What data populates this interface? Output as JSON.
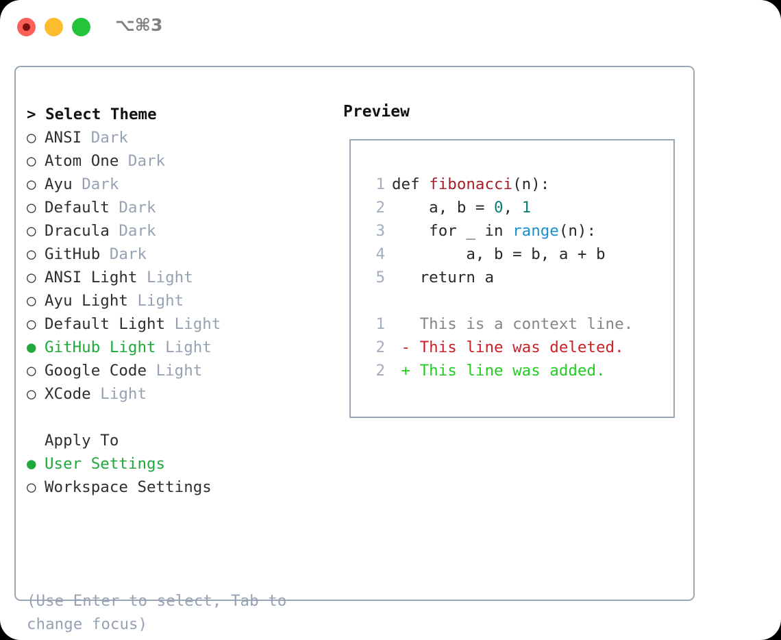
{
  "titlebar": {
    "shortcut": "⌥⌘3",
    "buttons": {
      "close": "close-window",
      "minimize": "minimize-window",
      "maximize": "maximize-window"
    },
    "colors": {
      "close": "#fb5f58",
      "close_record_dot": "#7a0f10",
      "minimize": "#fcbc2e",
      "maximize": "#24c43a"
    }
  },
  "colors": {
    "accent_green": "#1fa83c",
    "panel_border": "#9aa6b4",
    "muted_text": "#96a2b3",
    "body_text": "#2e2e2e",
    "diff_added": "#22cc22",
    "diff_deleted": "#cc2027",
    "code_function": "#a61f28",
    "code_number": "#0d7c76",
    "code_call": "#1a8fd1",
    "code_context": "#868686",
    "line_number": "#a3adbb"
  },
  "theme_list": {
    "header": "> Select Theme",
    "bullet_unselected": "○",
    "bullet_selected": "●",
    "items": [
      {
        "name": "ANSI",
        "tag": "Dark",
        "selected": false
      },
      {
        "name": "Atom One",
        "tag": "Dark",
        "selected": false
      },
      {
        "name": "Ayu",
        "tag": "Dark",
        "selected": false
      },
      {
        "name": "Default",
        "tag": "Dark",
        "selected": false
      },
      {
        "name": "Dracula",
        "tag": "Dark",
        "selected": false
      },
      {
        "name": "GitHub",
        "tag": "Dark",
        "selected": false
      },
      {
        "name": "ANSI Light",
        "tag": "Light",
        "selected": false
      },
      {
        "name": "Ayu Light",
        "tag": "Light",
        "selected": false
      },
      {
        "name": "Default Light",
        "tag": "Light",
        "selected": false
      },
      {
        "name": "GitHub Light",
        "tag": "Light",
        "selected": true
      },
      {
        "name": "Google Code",
        "tag": "Light",
        "selected": false
      },
      {
        "name": "XCode",
        "tag": "Light",
        "selected": false
      }
    ]
  },
  "apply_to": {
    "header": "Apply To",
    "options": [
      {
        "label": "User Settings",
        "selected": true
      },
      {
        "label": "Workspace Settings",
        "selected": false
      }
    ]
  },
  "hint": "(Use Enter to select, Tab to change focus)",
  "preview": {
    "title": "Preview",
    "code_lines": [
      {
        "num": "1",
        "segments": [
          {
            "text": "def ",
            "kind": "plain"
          },
          {
            "text": "fibonacci",
            "kind": "func"
          },
          {
            "text": "(n):",
            "kind": "plain"
          }
        ]
      },
      {
        "num": "2",
        "segments": [
          {
            "text": "    a, b = ",
            "kind": "plain"
          },
          {
            "text": "0",
            "kind": "num"
          },
          {
            "text": ", ",
            "kind": "plain"
          },
          {
            "text": "1",
            "kind": "num"
          }
        ]
      },
      {
        "num": "3",
        "segments": [
          {
            "text": "    for _ in ",
            "kind": "plain"
          },
          {
            "text": "range",
            "kind": "call"
          },
          {
            "text": "(n):",
            "kind": "plain"
          }
        ]
      },
      {
        "num": "4",
        "segments": [
          {
            "text": "        a, b = b, a + b",
            "kind": "plain"
          }
        ]
      },
      {
        "num": "5",
        "segments": [
          {
            "text": "   return a",
            "kind": "plain"
          }
        ]
      },
      {
        "num": "",
        "segments": [
          {
            "text": "",
            "kind": "plain"
          }
        ]
      },
      {
        "num": "1",
        "segments": [
          {
            "text": "   This is a context line.",
            "kind": "ctx"
          }
        ]
      },
      {
        "num": "2",
        "segments": [
          {
            "text": " - This line was deleted.",
            "kind": "del"
          }
        ]
      },
      {
        "num": "2",
        "segments": [
          {
            "text": " + This line was added.",
            "kind": "add"
          }
        ]
      }
    ]
  }
}
